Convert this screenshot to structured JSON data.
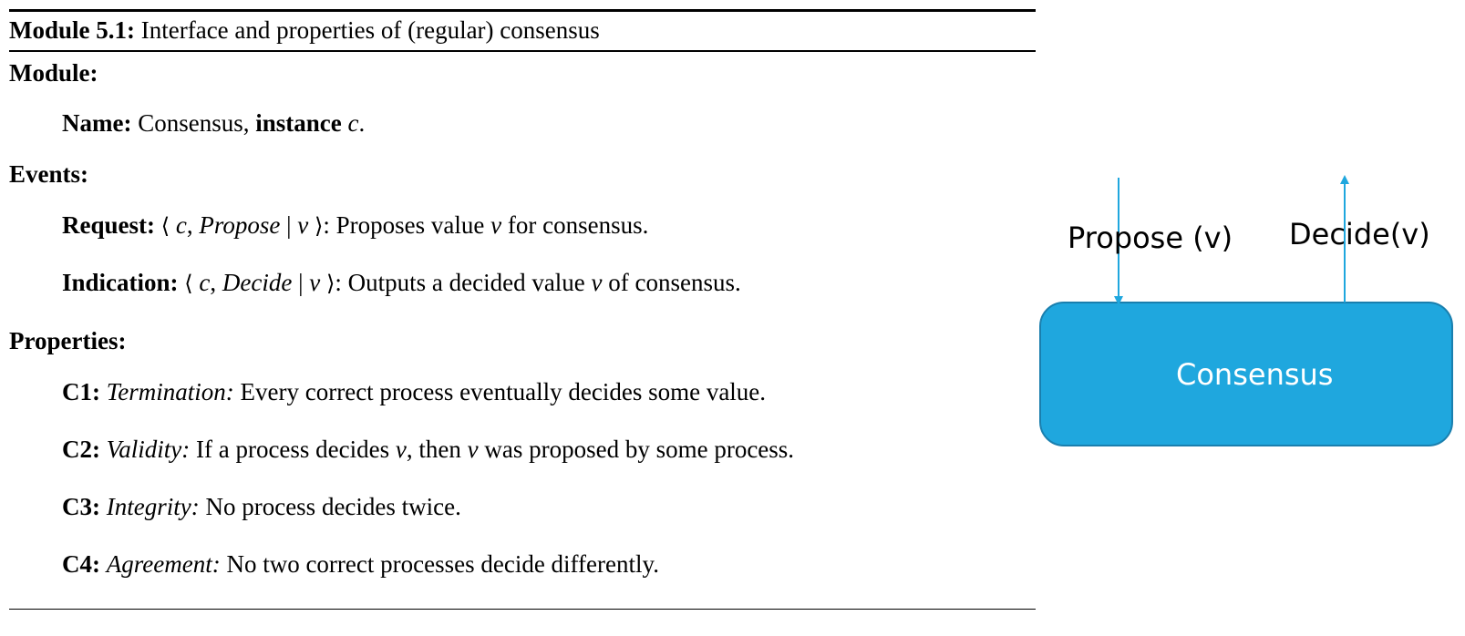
{
  "module": {
    "caption_bold": "Module 5.1:",
    "caption_text": "Interface and properties of (regular) consensus",
    "module_heading": "Module:",
    "name_label": "Name:",
    "name_value": "Consensus,",
    "instance_label": "instance",
    "instance_var": "c",
    "events_heading": "Events:",
    "request": {
      "label": "Request:",
      "var_c": "c",
      "event": "Propose",
      "var_v": "v",
      "desc_1": "Proposes value",
      "desc_var": "v",
      "desc_2": "for consensus."
    },
    "indication": {
      "label": "Indication:",
      "var_c": "c",
      "event": "Decide",
      "var_v": "v",
      "desc_1": "Outputs a decided value",
      "desc_var": "v",
      "desc_2": "of consensus."
    },
    "properties_heading": "Properties:",
    "properties": [
      {
        "id": "C1:",
        "name": "Termination:",
        "text": "Every correct process eventually decides some value."
      },
      {
        "id": "C2:",
        "name": "Validity:",
        "text_1": "If a process decides",
        "var_1": "v",
        "text_2": ", then",
        "var_2": "v",
        "text_3": "was proposed by some process."
      },
      {
        "id": "C3:",
        "name": "Integrity:",
        "text": "No process decides twice."
      },
      {
        "id": "C4:",
        "name": "Agreement:",
        "text": "No two correct processes decide differently."
      }
    ]
  },
  "diagram": {
    "propose_label": "Propose (v)",
    "decide_label": "Decide(v)",
    "box_label": "Consensus",
    "box_fill": "#1fa7de",
    "box_stroke": "#1a7fae",
    "arrow_color": "#1fa7de"
  }
}
